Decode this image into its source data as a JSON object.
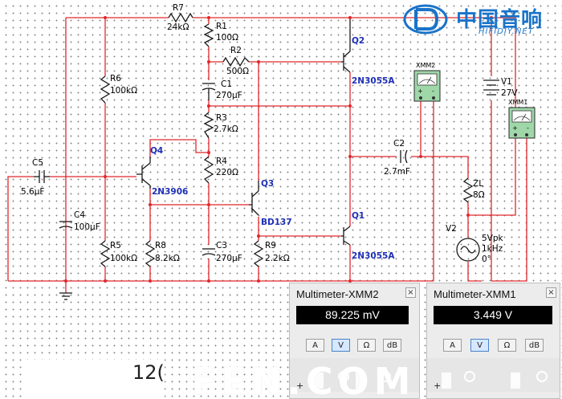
{
  "logo": {
    "brand": "中国音响",
    "domain": "HIFIDIY.NET",
    "accent_color": "#1a73c9"
  },
  "components": {
    "R7": {
      "name": "R7",
      "value": "24kΩ"
    },
    "R1": {
      "name": "R1",
      "value": "100Ω"
    },
    "R2": {
      "name": "R2",
      "value": "500Ω"
    },
    "C1": {
      "name": "C1",
      "value": "270μF"
    },
    "R3": {
      "name": "R3",
      "value": "2.7kΩ"
    },
    "R4": {
      "name": "R4",
      "value": "220Ω"
    },
    "R6": {
      "name": "R6",
      "value": "100kΩ"
    },
    "R5": {
      "name": "R5",
      "value": "100kΩ"
    },
    "R8": {
      "name": "R8",
      "value": "8.2kΩ"
    },
    "C3": {
      "name": "C3",
      "value": "270μF"
    },
    "R9": {
      "name": "R9",
      "value": "2.2kΩ"
    },
    "C5": {
      "name": "C5",
      "value": "5.6μF"
    },
    "C4": {
      "name": "C4",
      "value": "100μF"
    },
    "C2": {
      "name": "C2",
      "value": "2.7mF"
    },
    "ZL": {
      "name": "ZL",
      "value": "8Ω"
    },
    "Q1": {
      "name": "Q1",
      "part": "2N3055A"
    },
    "Q2": {
      "name": "Q2",
      "part": "2N3055A"
    },
    "Q3": {
      "name": "Q3",
      "part": "BD137"
    },
    "Q4": {
      "name": "Q4",
      "part": "2N3906"
    },
    "V1": {
      "name": "V1",
      "value": "27V"
    },
    "V2": {
      "name": "V2",
      "line1": "5Vpk",
      "line2": "1kHz",
      "line3": "0°"
    },
    "XMM1": {
      "name": "XMM1"
    },
    "XMM2": {
      "name": "XMM2"
    }
  },
  "multimeters": [
    {
      "title": "Multimeter-XMM2",
      "reading": "89.225 mV",
      "buttons": [
        "A",
        "V",
        "Ω",
        "dB"
      ],
      "active": "V",
      "plus": "+"
    },
    {
      "title": "Multimeter-XMM1",
      "reading": "3.449 V",
      "buttons": [
        "A",
        "V",
        "Ω",
        "dB"
      ],
      "active": "V",
      "plus": "+"
    }
  ],
  "watermark": {
    "text": "FEN.COM",
    "left_fragment": "12("
  },
  "colors": {
    "wire": "#e0272b",
    "component": "#1a1a1a",
    "part_label": "#1e2fb8",
    "display_bg": "#000000"
  }
}
